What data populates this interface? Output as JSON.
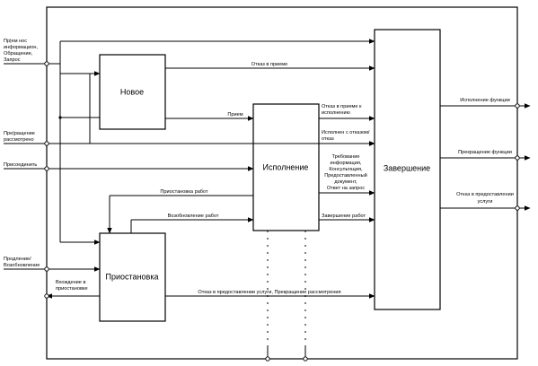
{
  "boxes": {
    "new": "Новое",
    "execution": "Исполнение",
    "suspend": "Приостановка",
    "complete": "Завершение"
  },
  "inputs": {
    "request": [
      "Пр|ем нос",
      "информацион,",
      "Обращение,",
      "Запрос"
    ],
    "forward": [
      "Пре|ращение",
      "рассмотрено"
    ],
    "attach": [
      "Присоединить"
    ],
    "resume": [
      "Продление/",
      "Возобновление"
    ],
    "return": [
      "Вхождение в",
      "приостановке"
    ]
  },
  "flows": {
    "refuse_accept": "Отказ в приеме",
    "accept": "Прием",
    "refuse_exec": [
      "Отказ в приеме к",
      "исполнению"
    ],
    "exec_refusal": [
      "Исполнен с отказом/",
      "отказ"
    ],
    "info_block": [
      "Требование",
      "информация,",
      "Консультация,",
      "Предоставленный",
      "документ,",
      "Ответ на запрос"
    ],
    "suspend_work": "Приостановка работ",
    "resume_work": "Возобновление работ",
    "finish_work": "Завершение работ",
    "refuse_bottom": "Отказ в предоставлении услуги, Прекращение рассмотрения"
  },
  "outputs": {
    "done": "Исполнение функции",
    "stop": "Прекращение функции",
    "refuse": [
      "Отказ в предоставлении",
      "услуги"
    ]
  },
  "colors": {
    "line": "#000000",
    "background": "#ffffff"
  }
}
